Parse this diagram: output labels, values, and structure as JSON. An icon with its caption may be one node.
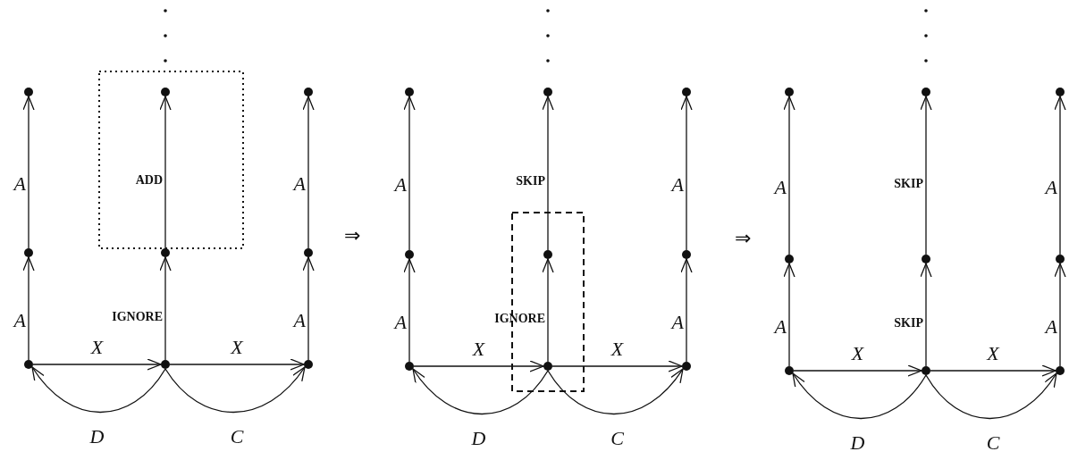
{
  "diagram": {
    "nodes": [
      {
        "text": [],
        "shape": "circle"
      },
      {
        "text": [],
        "shape": "circle"
      },
      {
        "text": [],
        "shape": "circle"
      },
      {
        "text": [],
        "shape": "circle"
      },
      {
        "text": [],
        "shape": "circle"
      },
      {
        "text": [],
        "shape": "circle"
      },
      {
        "text": [],
        "shape": "circle"
      },
      {
        "text": [],
        "shape": "circle"
      },
      {
        "text": [],
        "shape": "circle"
      },
      {
        "text": [],
        "shape": "circle"
      },
      {
        "text": [],
        "shape": "circle"
      },
      {
        "text": [],
        "shape": "circle"
      },
      {
        "text": [],
        "shape": "circle"
      },
      {
        "text": [],
        "shape": "circle"
      },
      {
        "text": [],
        "shape": "circle"
      },
      {
        "text": [],
        "shape": "circle"
      },
      {
        "text": [],
        "shape": "circle"
      },
      {
        "text": [],
        "shape": "circle"
      },
      {
        "text": [],
        "shape": "circle"
      },
      {
        "text": [],
        "shape": "circle"
      },
      {
        "text": [],
        "shape": "circle"
      },
      {
        "text": [],
        "shape": "circle"
      },
      {
        "text": [],
        "shape": "circle"
      },
      {
        "text": [],
        "shape": "circle"
      },
      {
        "text": [],
        "shape": "circle"
      },
      {
        "text": [],
        "shape": "circle"
      },
      {
        "text": [],
        "shape": "circle"
      }
    ],
    "edges": [
      {
        "from": 6,
        "to": 3,
        "arrow": "to",
        "label": "A"
      },
      {
        "from": 3,
        "to": 0,
        "arrow": "to",
        "label": "A"
      },
      {
        "from": 7,
        "to": 4,
        "arrow": "to",
        "label": "IGNORE"
      },
      {
        "from": 4,
        "to": 1,
        "arrow": "to",
        "label": "ADD"
      },
      {
        "from": 8,
        "to": 5,
        "arrow": "to",
        "label": "A"
      },
      {
        "from": 5,
        "to": 2,
        "arrow": "to",
        "label": "A"
      },
      {
        "from": 6,
        "to": 7,
        "arrow": "to",
        "label": "X"
      },
      {
        "from": 7,
        "to": 8,
        "arrow": "to",
        "label": "X"
      },
      {
        "from": 7,
        "to": 6,
        "arrow": "to",
        "label": "D"
      },
      {
        "from": 7,
        "to": 8,
        "arrow": "to",
        "label": "C"
      },
      {
        "from": 15,
        "to": 12,
        "arrow": "to",
        "label": "A"
      },
      {
        "from": 12,
        "to": 9,
        "arrow": "to",
        "label": "A"
      },
      {
        "from": 16,
        "to": 13,
        "arrow": "to",
        "label": "IGNORE"
      },
      {
        "from": 13,
        "to": 10,
        "arrow": "to",
        "label": "SKIP"
      },
      {
        "from": 17,
        "to": 14,
        "arrow": "to",
        "label": "A"
      },
      {
        "from": 14,
        "to": 11,
        "arrow": "to",
        "label": "A"
      },
      {
        "from": 15,
        "to": 16,
        "arrow": "to",
        "label": "X"
      },
      {
        "from": 16,
        "to": 17,
        "arrow": "to",
        "label": "X"
      },
      {
        "from": 16,
        "to": 15,
        "arrow": "to",
        "label": "D"
      },
      {
        "from": 16,
        "to": 17,
        "arrow": "to",
        "label": "C"
      },
      {
        "from": 24,
        "to": 21,
        "arrow": "to",
        "label": "A"
      },
      {
        "from": 21,
        "to": 18,
        "arrow": "to",
        "label": "A"
      },
      {
        "from": 25,
        "to": 22,
        "arrow": "to",
        "label": "SKIP"
      },
      {
        "from": 22,
        "to": 19,
        "arrow": "to",
        "label": "SKIP"
      },
      {
        "from": 26,
        "to": 23,
        "arrow": "to",
        "label": "A"
      },
      {
        "from": 23,
        "to": 20,
        "arrow": "to",
        "label": "A"
      },
      {
        "from": 24,
        "to": 25,
        "arrow": "to",
        "label": "X"
      },
      {
        "from": 25,
        "to": 26,
        "arrow": "to",
        "label": "X"
      },
      {
        "from": 25,
        "to": 24,
        "arrow": "to",
        "label": "D"
      },
      {
        "from": 25,
        "to": 26,
        "arrow": "to",
        "label": "C"
      }
    ],
    "labels": [
      "⇒",
      "⇒"
    ]
  }
}
